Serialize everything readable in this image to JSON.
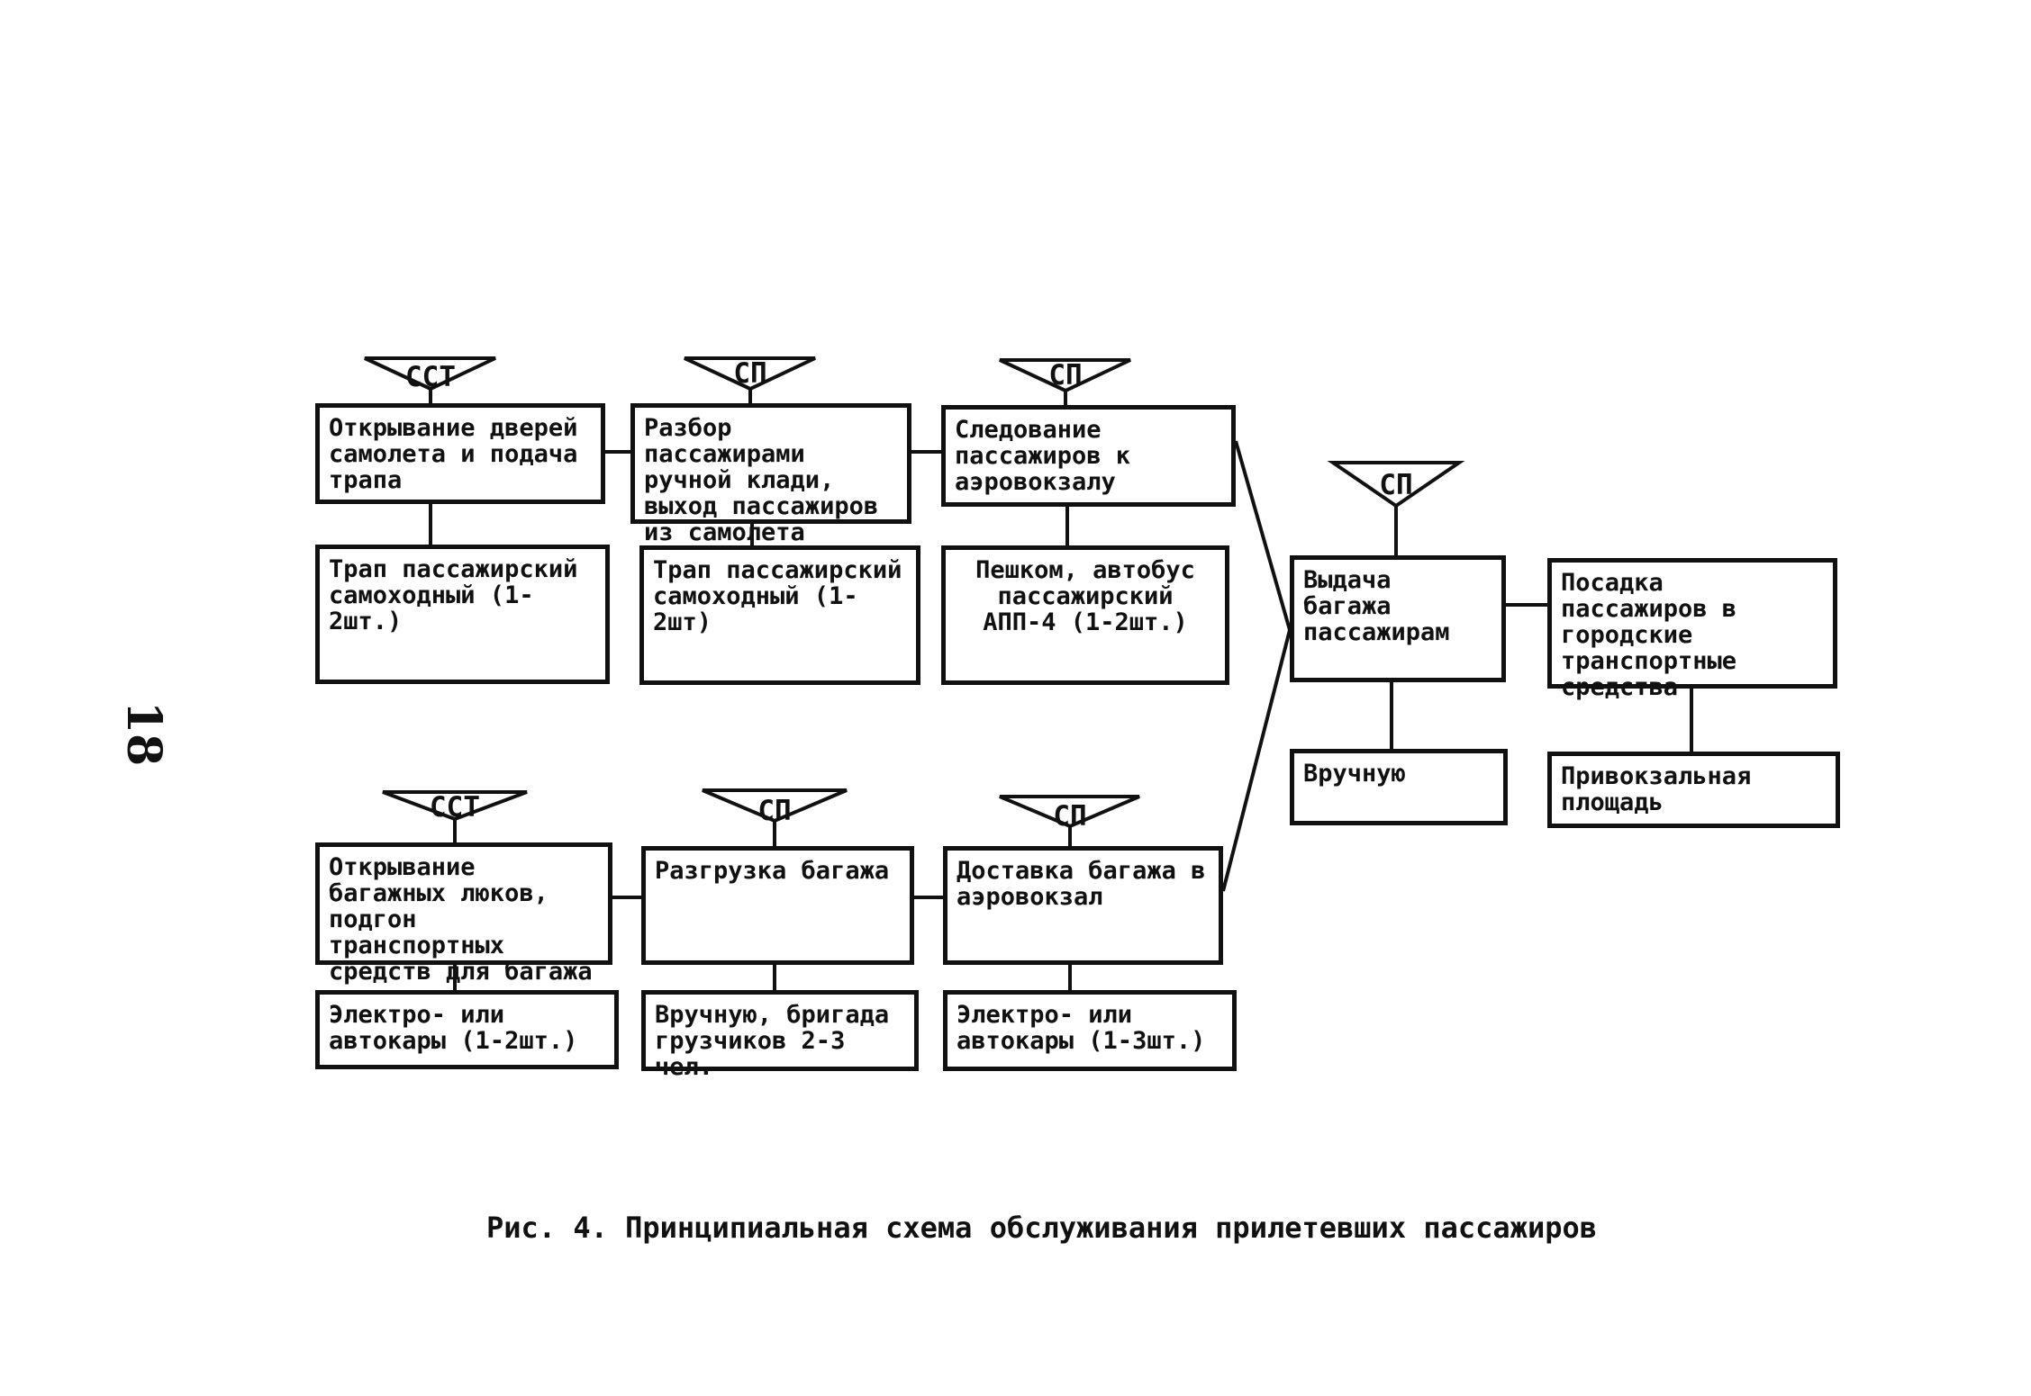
{
  "page_number": "18",
  "caption": "Рис. 4. Принципиальная схема обслуживания прилетевших пассажиров",
  "operators": {
    "t1": "ССТ",
    "t2": "СП",
    "t3": "СП",
    "t4": "СП",
    "b1": "ССТ",
    "b2": "СП",
    "b3": "СП"
  },
  "steps": {
    "top_1": "Открывание дверей самолета и подача трапа",
    "top_2": "Разбор пассажирами ручной клади, выход пассажиров из самолета",
    "top_3": "Следование пассажиров к аэровокзалу",
    "mid_4": "Выдача багажа пассажирам",
    "mid_5": "Посадка пассажиров в городские транспортные средства",
    "bot_1": "Открывание багажных люков, подгон транспортных средств для багажа",
    "bot_2": "Разгрузка багажа",
    "bot_3": "Доставка багажа в аэровокзал"
  },
  "resources": {
    "top_1": "Трап пассажирский самоходный (1-2шт.)",
    "top_2": "Трап пассажирский самоходный (1-2шт)",
    "top_3": "Пешком, автобус пассажирский АПП-4 (1-2шт.)",
    "mid_4": "Вручную",
    "mid_5": "Привокзальная площадь",
    "bot_1": "Электро- или автокары (1-2шт.)",
    "bot_2": "Вручную, бригада грузчиков 2-3 чел.",
    "bot_3": "Электро- или автокары (1-3шт.)"
  }
}
